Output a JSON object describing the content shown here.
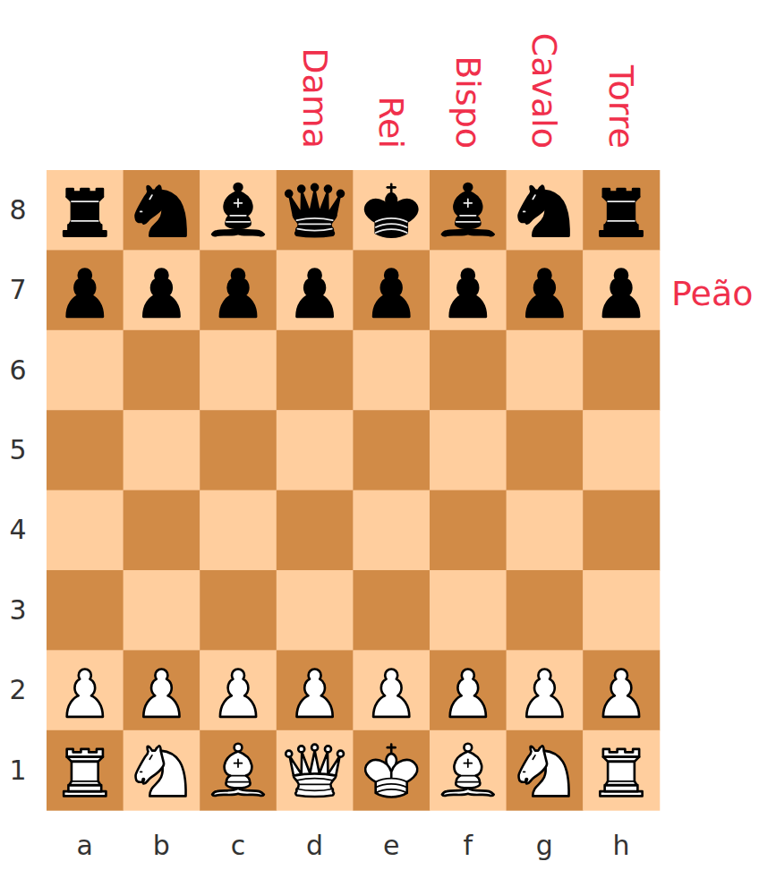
{
  "diagram": {
    "labels": [
      "Dama",
      "Rei",
      "Bispo",
      "Cavalo",
      "Torre",
      "Peão",
      "8",
      "7",
      "6",
      "5",
      "4",
      "3",
      "2",
      "1",
      "a",
      "b",
      "c",
      "d",
      "e",
      "f",
      "g",
      "h"
    ]
  }
}
